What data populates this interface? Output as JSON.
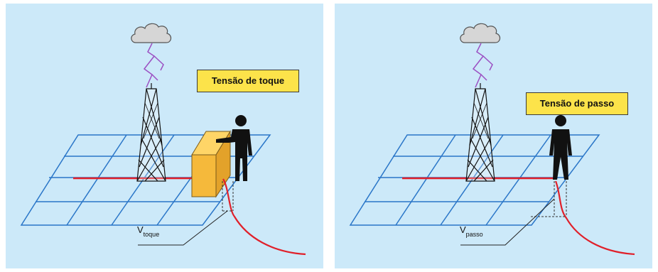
{
  "panels": [
    {
      "id": "touch",
      "title": "Tensão de toque",
      "voltage_main": "V",
      "voltage_sub": "toque"
    },
    {
      "id": "step",
      "title": "Tensão de passo",
      "voltage_main": "V",
      "voltage_sub": "passo"
    }
  ],
  "colors": {
    "background": "#cce9f9",
    "grid": "#2a76c8",
    "potential_curve": "#e0202a",
    "label_fill": "#fce34a",
    "lightning": "#9b4fc2",
    "box": "#f5b93b",
    "person": "#111111"
  }
}
